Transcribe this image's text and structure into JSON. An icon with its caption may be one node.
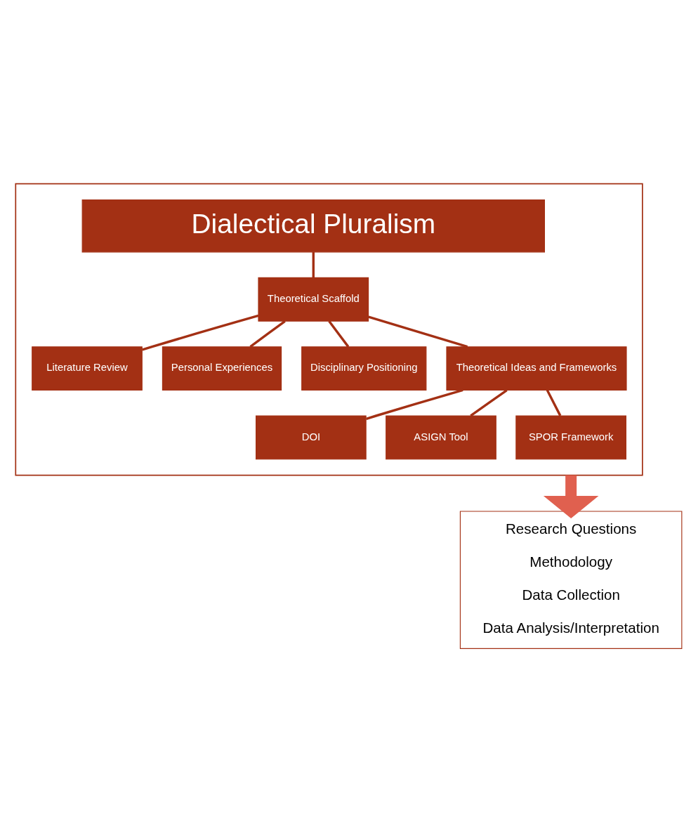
{
  "diagram": {
    "nodes": [
      {
        "text": [],
        "shape": "box"
      },
      {
        "text": [
          "Dialectical Pluralism"
        ],
        "in": 0
      },
      {
        "text": [
          "Theoretical Scaffold"
        ],
        "in": 0
      },
      {
        "text": [
          "Literature Review"
        ],
        "in": 0
      },
      {
        "text": [
          "Personal Experiences"
        ],
        "in": 0
      },
      {
        "text": [
          "Disciplinary Positioning"
        ],
        "in": 0
      },
      {
        "text": [
          "Theoretical Ideas and Frameworks"
        ],
        "in": 0
      },
      {
        "text": [
          "DOI"
        ],
        "in": 0
      },
      {
        "text": [
          "ASIGN Tool"
        ],
        "in": 0
      },
      {
        "text": [
          "SPOR Framework"
        ],
        "in": 0
      },
      {
        "text": [
          "Research Questions",
          "Methodology",
          "Data Collection",
          "Data Analysis/Interpretation"
        ]
      }
    ],
    "edges": [
      {
        "from": 1,
        "to": 2,
        "arrow": "none"
      },
      {
        "from": 2,
        "to": 3,
        "arrow": "none"
      },
      {
        "from": 2,
        "to": 4,
        "arrow": "none"
      },
      {
        "from": 2,
        "to": 5,
        "arrow": "none"
      },
      {
        "from": 2,
        "to": 6,
        "arrow": "none"
      },
      {
        "from": 6,
        "to": 7,
        "arrow": "none"
      },
      {
        "from": 6,
        "to": 8,
        "arrow": "none"
      },
      {
        "from": 6,
        "to": 9,
        "arrow": "none"
      },
      {
        "from": 0,
        "to": 10,
        "arrow": "to",
        "style": "thick",
        "color": "#e0604f"
      }
    ]
  }
}
